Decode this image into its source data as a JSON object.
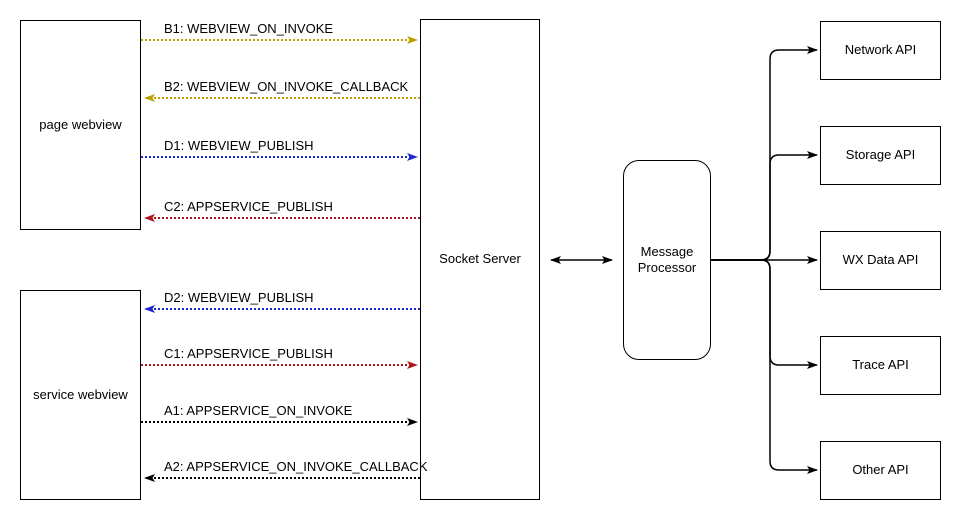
{
  "nodes": {
    "page_webview": {
      "label": "page webview"
    },
    "service_webview": {
      "label": "service webview"
    },
    "socket_server": {
      "label": "Socket Server"
    },
    "message_processor": {
      "label": "Message Processor"
    },
    "apis": [
      {
        "label": "Network API"
      },
      {
        "label": "Storage API"
      },
      {
        "label": "WX Data API"
      },
      {
        "label": "Trace API"
      },
      {
        "label": "Other API"
      }
    ]
  },
  "messages": [
    {
      "id": "B1",
      "label": "B1: WEBVIEW_ON_INVOKE",
      "from": "page webview",
      "to": "Socket Server",
      "direction": "right",
      "color": "#c0a000",
      "style": "dotted"
    },
    {
      "id": "B2",
      "label": "B2: WEBVIEW_ON_INVOKE_CALLBACK",
      "from": "Socket Server",
      "to": "page webview",
      "direction": "left",
      "color": "#c0a000",
      "style": "dotted"
    },
    {
      "id": "D1",
      "label": "D1: WEBVIEW_PUBLISH",
      "from": "page webview",
      "to": "Socket Server",
      "direction": "right",
      "color": "#1a2ad0",
      "style": "dotted"
    },
    {
      "id": "C2",
      "label": "C2: APPSERVICE_PUBLISH",
      "from": "Socket Server",
      "to": "page webview",
      "direction": "left",
      "color": "#b0151c",
      "style": "dotted"
    },
    {
      "id": "D2",
      "label": "D2: WEBVIEW_PUBLISH",
      "from": "Socket Server",
      "to": "service webview",
      "direction": "left",
      "color": "#1a2ad0",
      "style": "dotted"
    },
    {
      "id": "C1",
      "label": "C1: APPSERVICE_PUBLISH",
      "from": "service webview",
      "to": "Socket Server",
      "direction": "right",
      "color": "#b0151c",
      "style": "dotted"
    },
    {
      "id": "A1",
      "label": "A1: APPSERVICE_ON_INVOKE",
      "from": "service webview",
      "to": "Socket Server",
      "direction": "right",
      "color": "#000000",
      "style": "dotted"
    },
    {
      "id": "A2",
      "label": "A2: APPSERVICE_ON_INVOKE_CALLBACK",
      "from": "Socket Server",
      "to": "service webview",
      "direction": "left",
      "color": "#000000",
      "style": "dotted"
    }
  ],
  "connections": {
    "socket_to_processor": {
      "from": "Socket Server",
      "to": "Message Processor",
      "direction": "bidirectional",
      "style": "solid"
    },
    "processor_to_apis": {
      "from": "Message Processor",
      "to": [
        "Network API",
        "Storage API",
        "WX Data API",
        "Trace API",
        "Other API"
      ],
      "direction": "right",
      "style": "solid"
    }
  },
  "colors": {
    "yellow_flow": "#c0a000",
    "blue_flow": "#1a2ad0",
    "red_flow": "#b0151c",
    "black_flow": "#000000",
    "node_border": "#000000",
    "background": "#ffffff"
  }
}
